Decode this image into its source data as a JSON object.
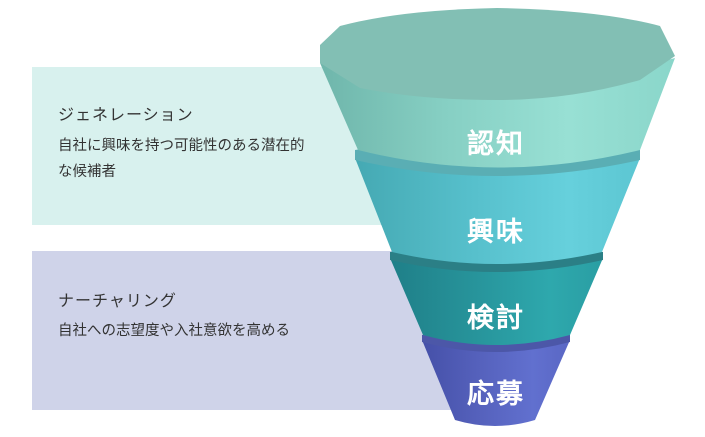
{
  "sections": [
    {
      "title": "ジェネレーション",
      "description": "自社に興味を持つ可能性のある潜在的な候補者",
      "color": "#d8f1ee"
    },
    {
      "title": "ナーチャリング",
      "description": "自社への志望度や入社意欲を高める",
      "color": "#cfd3e9"
    }
  ],
  "funnel": {
    "stages": [
      {
        "label": "認知",
        "color": "#8fd8cc"
      },
      {
        "label": "興味",
        "color": "#5ec8d4"
      },
      {
        "label": "検討",
        "color": "#2a9ea3"
      },
      {
        "label": "応募",
        "color": "#5a67c4"
      }
    ]
  }
}
